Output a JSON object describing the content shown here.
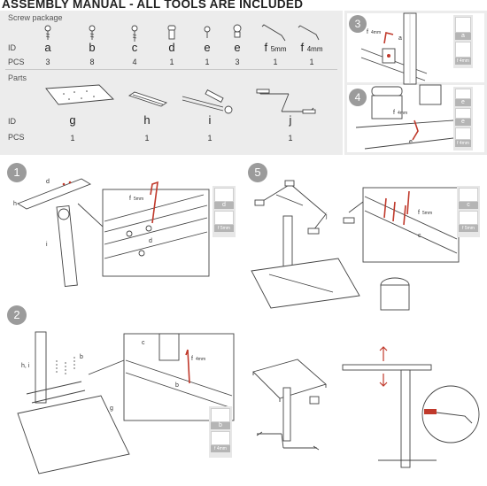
{
  "header": {
    "title": "ASSEMBLY  MANUAL - ALL TOOLS ARE INCLUDED"
  },
  "screw_package": {
    "label": "Screw package",
    "id_label": "ID",
    "pcs_label": "PCS",
    "items": [
      {
        "id": "a",
        "pcs": "3"
      },
      {
        "id": "b",
        "pcs": "8"
      },
      {
        "id": "c",
        "pcs": "4"
      },
      {
        "id": "d",
        "pcs": "1"
      },
      {
        "id": "e",
        "pcs": "1"
      },
      {
        "id": "e",
        "pcs": "3"
      },
      {
        "id": "f",
        "size": "5mm",
        "pcs": "1"
      },
      {
        "id": "f",
        "size": "4mm",
        "pcs": "1"
      }
    ]
  },
  "parts": {
    "label": "Parts",
    "id_label": "ID",
    "pcs_label": "PCS",
    "items": [
      {
        "id": "g",
        "pcs": "1"
      },
      {
        "id": "h",
        "pcs": "1"
      },
      {
        "id": "i",
        "pcs": "1"
      },
      {
        "id": "j",
        "pcs": "1"
      }
    ]
  },
  "steps": {
    "s1": {
      "number": "1",
      "labels": {
        "d": "d",
        "h": "h",
        "i": "i",
        "f": "f",
        "f_size": "5mm",
        "c": "d"
      },
      "toolbox": [
        "d",
        "f 5mm"
      ]
    },
    "s2": {
      "number": "2",
      "labels": {
        "hi": "h, i",
        "b": "b",
        "g": "g",
        "c": "c",
        "f": "f",
        "f_size": "4mm",
        "b2": "b"
      },
      "toolbox": [
        "b",
        "f 4mm"
      ]
    },
    "s3": {
      "number": "3",
      "labels": {
        "f": "f",
        "f_size": "4mm",
        "a": "a"
      },
      "toolbox": [
        "a",
        "f 4mm"
      ]
    },
    "s4": {
      "number": "4",
      "labels": {
        "f": "f",
        "f_size": "4mm",
        "e": "e"
      },
      "toolbox": [
        "e",
        "e",
        "f 4mm"
      ]
    },
    "s5": {
      "number": "5",
      "labels": {
        "j": "j",
        "f": "f",
        "f_size": "5mm",
        "c": "c"
      },
      "toolbox": [
        "c",
        "f 5mm"
      ]
    }
  }
}
